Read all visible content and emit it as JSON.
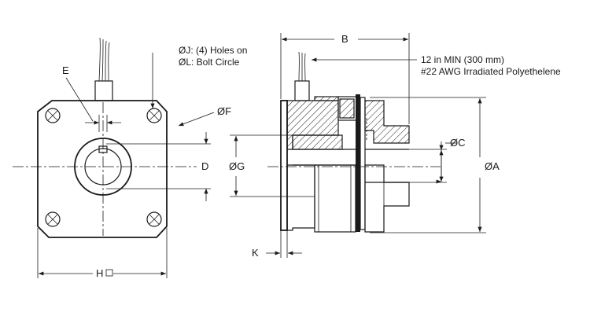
{
  "labels": {
    "e": "E",
    "holes_line1": "ØJ: (4) Holes on",
    "holes_line2": "ØL: Bolt Circle",
    "f": "ØF",
    "d": "D",
    "h": "H",
    "b": "B",
    "lead_line1": "12 in MIN (300 mm)",
    "lead_line2": "#22 AWG Irradiated Polyethelene",
    "c": "ØC",
    "g": "ØG",
    "a": "ØA",
    "k": "K"
  },
  "colors": {
    "ink": "#1a1a1a",
    "background": "#ffffff"
  }
}
